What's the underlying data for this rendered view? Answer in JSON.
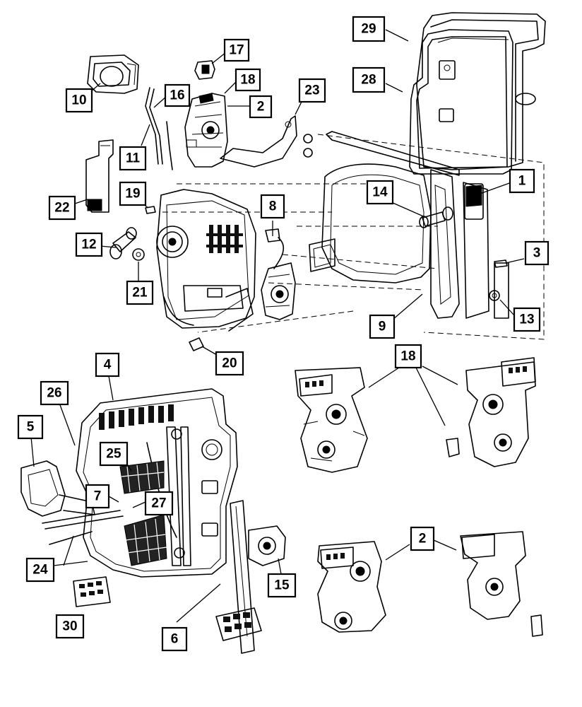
{
  "callouts": [
    {
      "id": "c29",
      "label": "29"
    },
    {
      "id": "c28",
      "label": "28"
    },
    {
      "id": "c17",
      "label": "17"
    },
    {
      "id": "c18a",
      "label": "18"
    },
    {
      "id": "c2a",
      "label": "2"
    },
    {
      "id": "c23",
      "label": "23"
    },
    {
      "id": "c10",
      "label": "10"
    },
    {
      "id": "c16",
      "label": "16"
    },
    {
      "id": "c11",
      "label": "11"
    },
    {
      "id": "c22",
      "label": "22"
    },
    {
      "id": "c19",
      "label": "19"
    },
    {
      "id": "c8",
      "label": "8"
    },
    {
      "id": "c14",
      "label": "14"
    },
    {
      "id": "c1",
      "label": "1"
    },
    {
      "id": "c12",
      "label": "12"
    },
    {
      "id": "c3",
      "label": "3"
    },
    {
      "id": "c21",
      "label": "21"
    },
    {
      "id": "c13",
      "label": "13"
    },
    {
      "id": "c9",
      "label": "9"
    },
    {
      "id": "c20",
      "label": "20"
    },
    {
      "id": "c4",
      "label": "4"
    },
    {
      "id": "c18b",
      "label": "18"
    },
    {
      "id": "c26",
      "label": "26"
    },
    {
      "id": "c5",
      "label": "5"
    },
    {
      "id": "c25",
      "label": "25"
    },
    {
      "id": "c7",
      "label": "7"
    },
    {
      "id": "c27",
      "label": "27"
    },
    {
      "id": "c2b",
      "label": "2"
    },
    {
      "id": "c24",
      "label": "24"
    },
    {
      "id": "c15",
      "label": "15"
    },
    {
      "id": "c30",
      "label": "30"
    },
    {
      "id": "c6",
      "label": "6"
    }
  ]
}
